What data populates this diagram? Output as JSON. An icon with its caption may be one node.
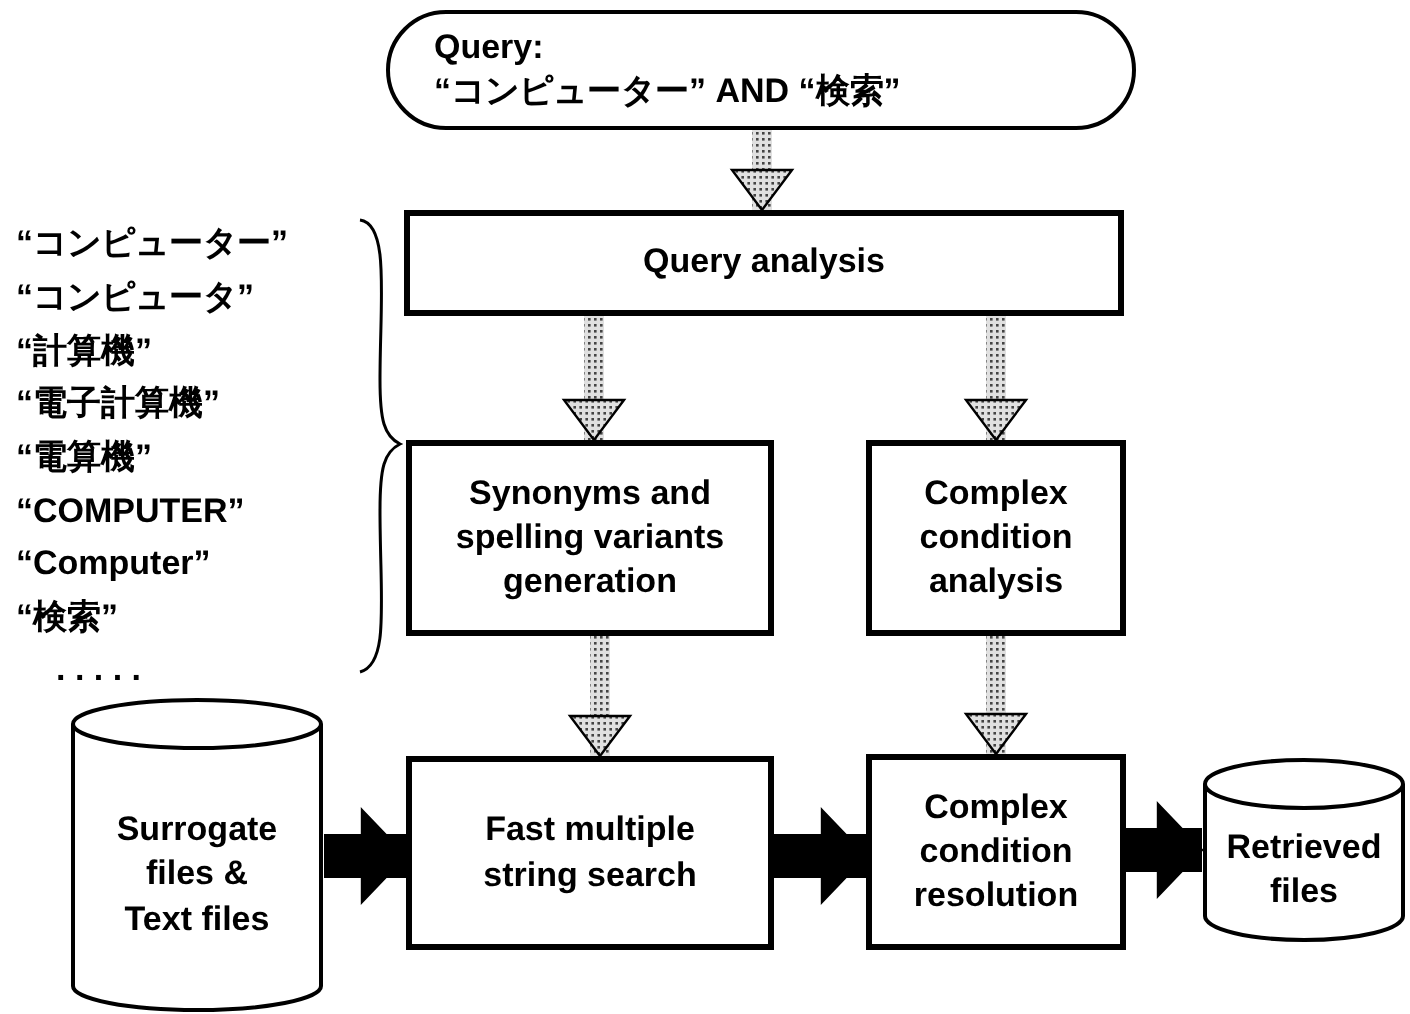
{
  "diagram": {
    "nodes": [
      {
        "text": [
          "Query:",
          "“コンピューター” AND “検索”"
        ]
      },
      {
        "text": [
          "Query analysis"
        ]
      },
      {
        "text": [
          "Synonyms and spelling variants generation"
        ]
      },
      {
        "text": [
          "Complex condition analysis"
        ]
      },
      {
        "text": [
          "Surrogate files & Text files"
        ]
      },
      {
        "text": [
          "Fast multiple string search"
        ]
      },
      {
        "text": [
          "Complex condition resolution"
        ]
      },
      {
        "text": [
          "Retrieved files"
        ]
      }
    ],
    "edges": [
      {
        "from": 0,
        "to": 1,
        "arrow": "to"
      },
      {
        "from": 1,
        "to": 2,
        "arrow": "to"
      },
      {
        "from": 1,
        "to": 3,
        "arrow": "to"
      },
      {
        "from": 2,
        "to": 5,
        "arrow": "to"
      },
      {
        "from": 3,
        "to": 6,
        "arrow": "to"
      },
      {
        "from": 4,
        "to": 5,
        "arrow": "to",
        "color": "#000000"
      },
      {
        "from": 5,
        "to": 6,
        "arrow": "to",
        "color": "#000000"
      },
      {
        "from": 6,
        "to": 7,
        "arrow": "to",
        "color": "#000000"
      }
    ],
    "labels": [
      "“コンピューター”",
      "“コンピュータ”",
      "“計算機”",
      "“電子計算機”",
      "“電算機”",
      "“COMPUTER”",
      "“Computer”",
      "“検索”",
      ". . . . ."
    ]
  }
}
